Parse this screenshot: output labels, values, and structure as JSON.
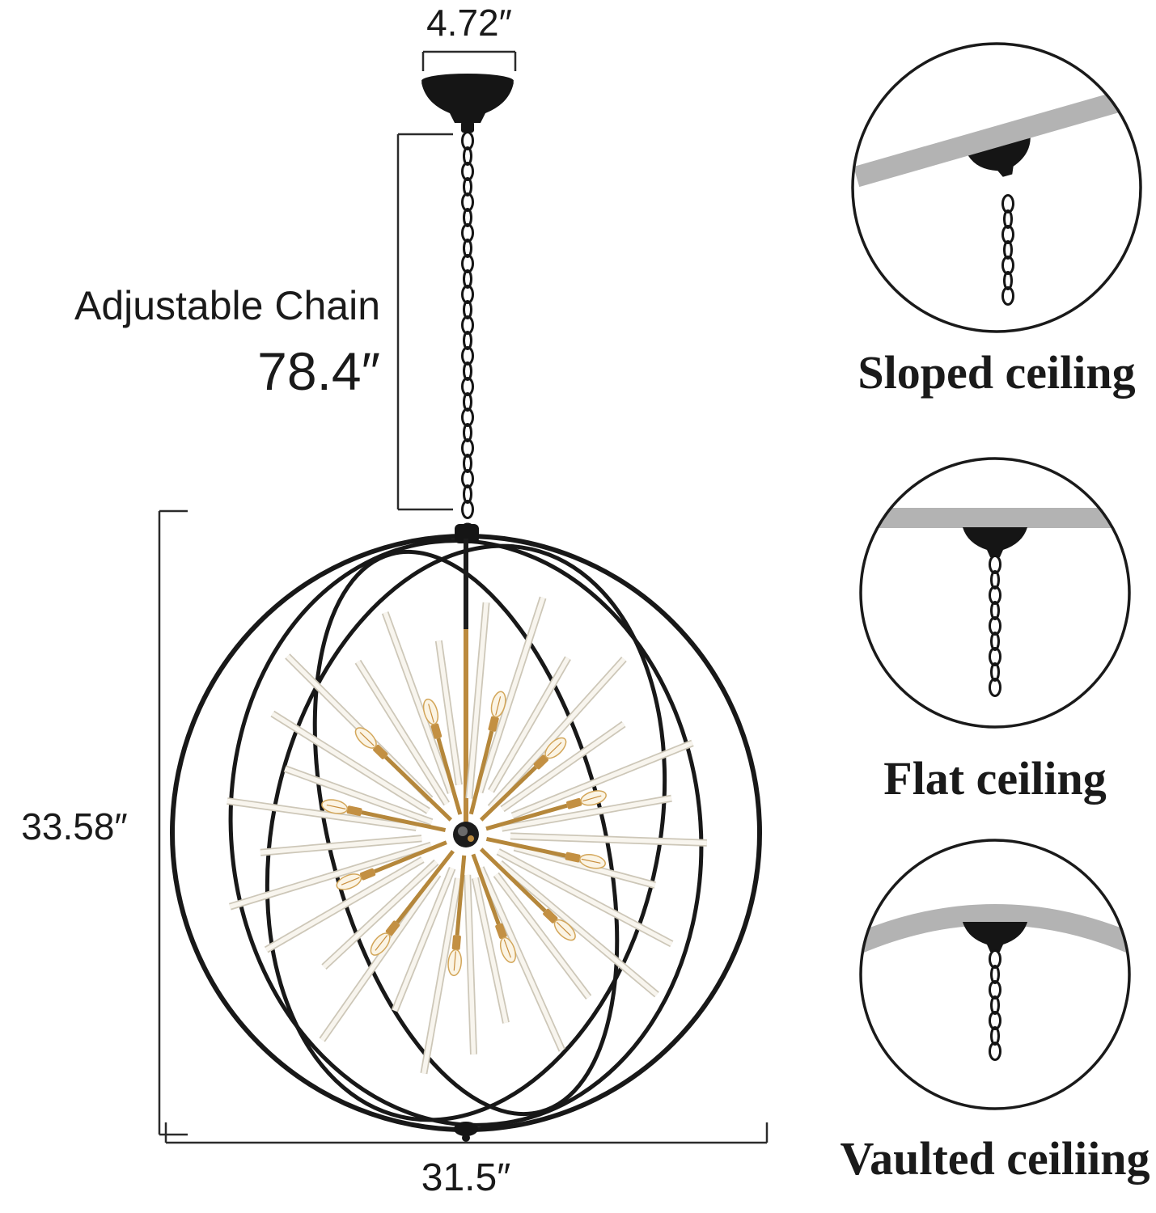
{
  "diagram": {
    "title": "chandelier-dimension-diagram",
    "dimensions": {
      "canopy_width": "4.72″",
      "chain_label": "Adjustable Chain",
      "chain_length": "78.4″",
      "fixture_height": "33.58″",
      "fixture_width": "31.5″"
    },
    "mount_types": [
      {
        "label": "Sloped ceiling"
      },
      {
        "label": "Flat ceiling"
      },
      {
        "label": "Vaulted ceiliing"
      }
    ],
    "colors": {
      "frame_black": "#1a1a1a",
      "ceiling_gray": "#b3b3b3",
      "brass_gold": "#bb8a3e",
      "glass_rod": "#f8f5ee",
      "glass_rod_edge": "#cdc7b8",
      "bulb_glass": "#fbf4e4"
    }
  }
}
